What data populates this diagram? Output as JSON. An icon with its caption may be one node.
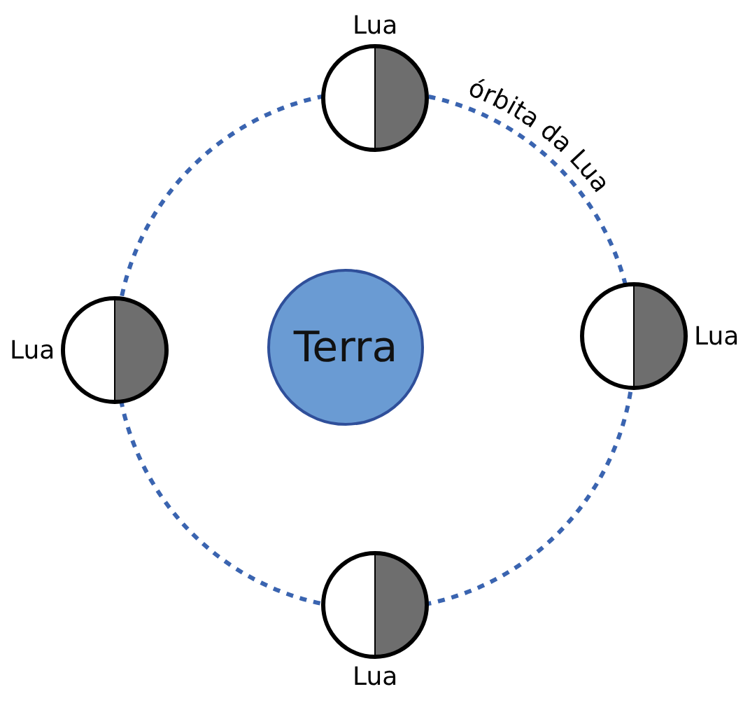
{
  "diagram": {
    "nodes": [
      {
        "text": [
          "órbita da Lua"
        ]
      },
      {
        "text": [
          "Terra"
        ],
        "in": 0
      },
      {
        "text": [],
        "shape": "circle",
        "beside": [
          "Lua"
        ]
      },
      {
        "text": [],
        "shape": "circle",
        "beside": [
          "Lua"
        ]
      },
      {
        "text": [],
        "shape": "circle",
        "beside": [
          "Lua"
        ]
      },
      {
        "text": [],
        "shape": "circle",
        "beside": [
          "Lua"
        ]
      }
    ]
  }
}
